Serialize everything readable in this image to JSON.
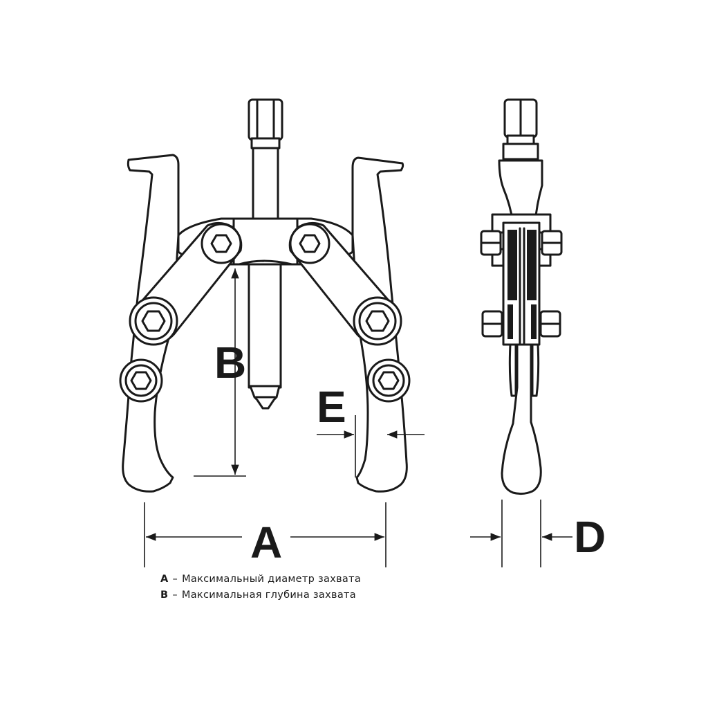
{
  "diagram": {
    "labels": {
      "a": "A",
      "b": "B",
      "d": "D",
      "e": "E"
    },
    "legend": [
      {
        "key": "A",
        "dash": "–",
        "text": "Максимальный диаметр захвата"
      },
      {
        "key": "B",
        "dash": "–",
        "text": "Максимальная глубина захвата"
      }
    ],
    "colors": {
      "stroke": "#1a1a1a",
      "fill": "#ffffff",
      "dark": "#1a1a1a"
    }
  }
}
